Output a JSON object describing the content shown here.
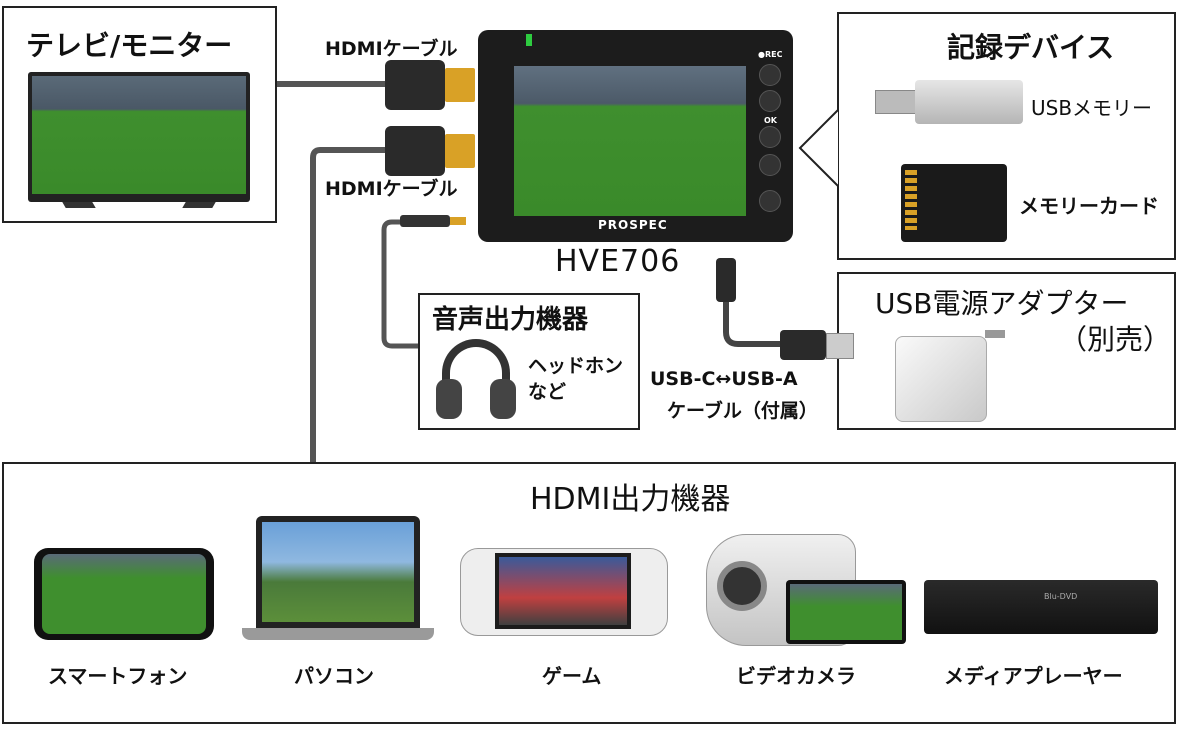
{
  "tv": {
    "title": "テレビ/モニター"
  },
  "cables": {
    "hdmi_top": "HDMIケーブル",
    "hdmi_bottom": "HDMIケーブル"
  },
  "device": {
    "brand": "PROSPEC",
    "model": "HVE706",
    "rec_label": "●REC",
    "ok_label": "OK"
  },
  "recording": {
    "title": "記録デバイス",
    "usb": "USBメモリー",
    "card": "メモリーカード"
  },
  "power": {
    "title": "USB電源アダプター",
    "subtitle": "（別売）"
  },
  "usb_cable": {
    "line1": "USB-C↔USB-A",
    "line2": "ケーブル（付属）"
  },
  "audio": {
    "title": "音声出力機器",
    "item_line1": "ヘッドホン",
    "item_line2": "など"
  },
  "hdmi_sources": {
    "title": "HDMI出力機器",
    "items": [
      {
        "label": "スマートフォン"
      },
      {
        "label": "パソコン"
      },
      {
        "label": "ゲーム"
      },
      {
        "label": "ビデオカメラ"
      },
      {
        "label": "メディアプレーヤー"
      }
    ]
  },
  "player_label": "Blu-DVD",
  "colors": {
    "field_green": "#3f8f2e",
    "hdmi_gold": "#d9a126",
    "border": "#222222"
  }
}
